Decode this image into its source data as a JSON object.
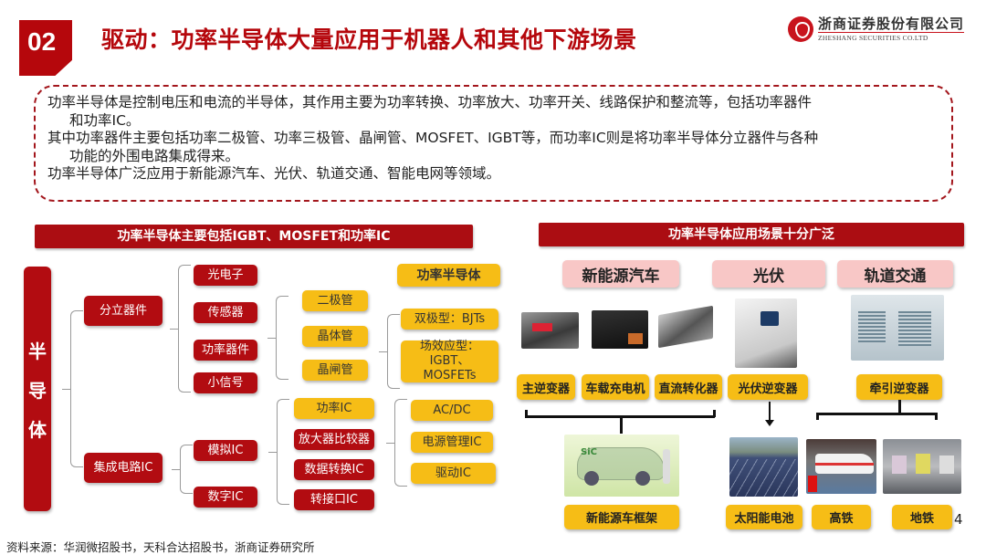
{
  "header": {
    "section_number": "02",
    "title": "驱动：功率半导体大量应用于机器人和其他下游场景",
    "logo": {
      "name_cn": "浙商证券股份有限公司",
      "name_en": "ZHESHANG SECURITIES CO.LTD"
    }
  },
  "summary": {
    "lines": [
      "功率半导体是控制电压和电流的半导体，其作用主要为功率转换、功率放大、功率开关、线路保护和整流等，包括功率器件",
      "和功率IC。",
      "其中功率器件主要包括功率二极管、功率三极管、晶闸管、MOSFET、IGBT等，而功率IC则是将功率半导体分立器件与各种",
      "功能的外围电路集成得来。",
      "功率半导体广泛应用于新能源汽车、光伏、轨道交通、智能电网等领域。"
    ]
  },
  "left_panel": {
    "header": "功率半导体主要包括IGBT、MOSFET和功率IC",
    "root": [
      "半",
      "导",
      "体"
    ],
    "level1": [
      "分立器件",
      "集成电路IC"
    ],
    "discrete": [
      "光电子",
      "传感器",
      "功率器件",
      "小信号"
    ],
    "power_devices": [
      "二极管",
      "晶体管",
      "晶闸管"
    ],
    "transistors": [
      "双极型：BJTs",
      "场效应型：IGBT、MOSFETs"
    ],
    "legend_label": "功率半导体",
    "ic": [
      "模拟IC",
      "数字IC"
    ],
    "analog_ic": [
      "功率IC",
      "放大器比较器",
      "数据转换IC",
      "转接口IC"
    ],
    "power_ic": [
      "AC/DC",
      "电源管理IC",
      "驱动IC"
    ]
  },
  "right_panel": {
    "header": "功率半导体应用场景十分广泛",
    "categories": [
      "新能源汽车",
      "光伏",
      "轨道交通"
    ],
    "devices": [
      "主逆变器",
      "车载充电机",
      "直流转化器",
      "光伏逆变器",
      "牵引逆变器"
    ],
    "applications": [
      "新能源车框架",
      "太阳能电池",
      "高铁",
      "地铁"
    ],
    "image_labels": {
      "ev_frame": "SiC"
    }
  },
  "footer": {
    "source": "资料来源：华润微招股书，天科合达招股书，浙商证券研究所",
    "page_number": "4"
  },
  "colors": {
    "brand_red": "#b20c11",
    "highlight_yellow": "#f6bd16",
    "category_pink": "#f8c7c6"
  }
}
